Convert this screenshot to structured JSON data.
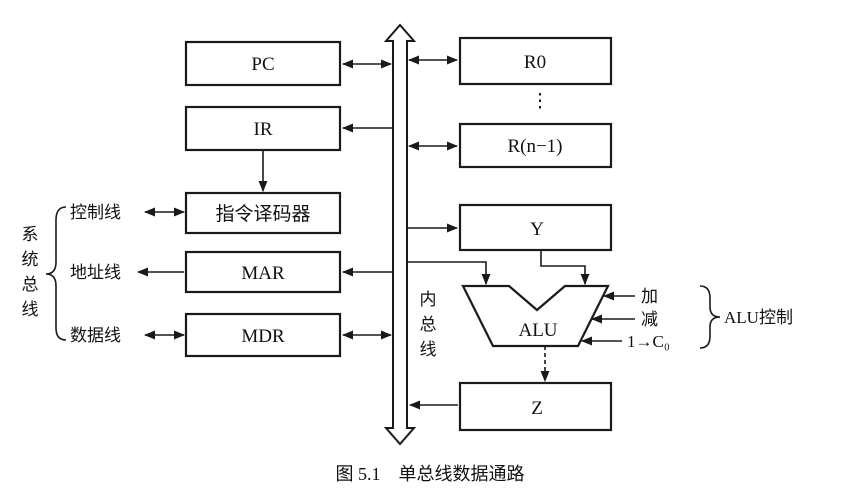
{
  "registers": {
    "pc": "PC",
    "ir": "IR",
    "decoder": "指令译码器",
    "mar": "MAR",
    "mdr": "MDR",
    "r0": "R0",
    "dots": "⋮",
    "rn": "R(n−1)",
    "y": "Y",
    "alu": "ALU",
    "z": "Z"
  },
  "system_bus": {
    "group_label": [
      "系",
      "统",
      "总",
      "线"
    ],
    "control": "控制线",
    "address": "地址线",
    "data": "数据线"
  },
  "internal_bus": [
    "内",
    "总",
    "线"
  ],
  "alu_control": {
    "add": "加",
    "sub": "减",
    "carry": "1→C₀",
    "group_label": "ALU控制"
  },
  "caption": "图 5.1　单总线数据通路"
}
